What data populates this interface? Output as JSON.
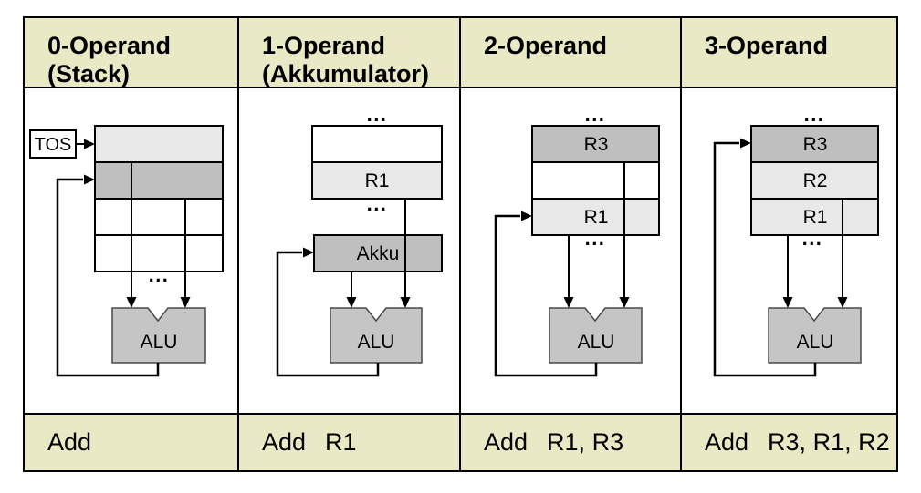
{
  "colors": {
    "header_bg": "#e9e9c6",
    "register_light": "#e8e8e8",
    "register_dark": "#bfbfbf",
    "alu_fill": "#c5c5c5",
    "line": "#000000",
    "background": "#ffffff"
  },
  "columns": [
    {
      "header_line1": "0-Operand",
      "header_line2": "(Stack)",
      "instruction_mnemonic": "Add",
      "instruction_operands": "",
      "diagram": {
        "tos": "TOS",
        "dots_bottom": "...",
        "alu": "ALU"
      }
    },
    {
      "header_line1": "1-Operand",
      "header_line2": "(Akkumulator)",
      "instruction_mnemonic": "Add",
      "instruction_operands": "R1",
      "diagram": {
        "dots_top": "...",
        "reg1": "R1",
        "dots_mid": "...",
        "akku": "Akku",
        "alu": "ALU"
      }
    },
    {
      "header_line1": "2-Operand",
      "header_line2": "",
      "instruction_mnemonic": "Add",
      "instruction_operands": "R1, R3",
      "diagram": {
        "dots_top": "...",
        "reg_top": "R3",
        "reg_bottom": "R1",
        "dots_mid": "...",
        "alu": "ALU"
      }
    },
    {
      "header_line1": "3-Operand",
      "header_line2": "",
      "instruction_mnemonic": "Add",
      "instruction_operands": "R3, R1, R2",
      "diagram": {
        "dots_top": "...",
        "reg_top": "R3",
        "reg_mid": "R2",
        "reg_bottom": "R1",
        "dots_mid": "...",
        "alu": "ALU"
      }
    }
  ]
}
